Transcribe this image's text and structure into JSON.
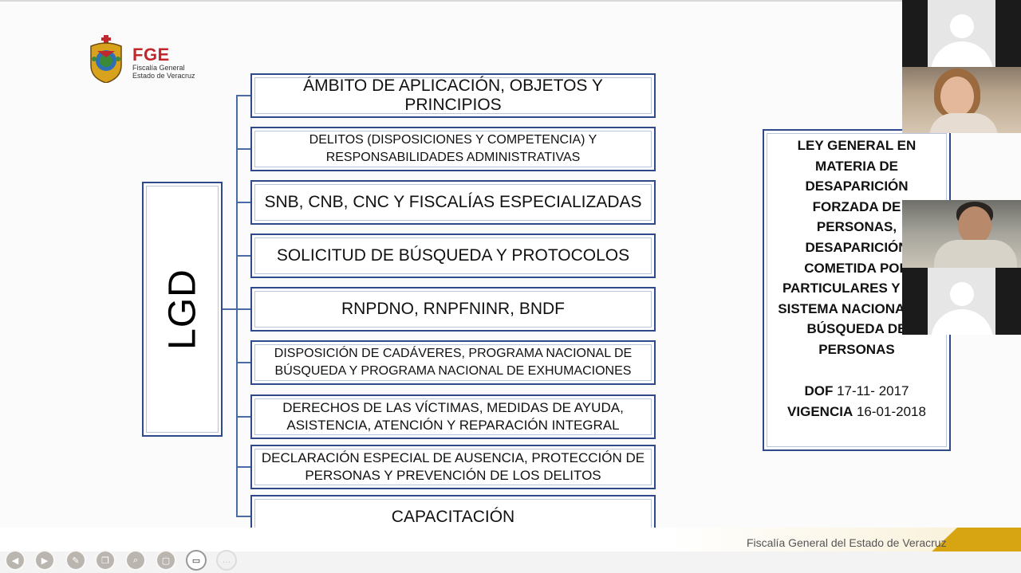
{
  "logo": {
    "acronym": "FGE",
    "subtitle_line1": "Fiscalía General",
    "subtitle_line2": "Estado de Veracruz"
  },
  "diagram": {
    "root_label": "LGD",
    "topics": [
      "ÁMBITO DE APLICACIÓN, OBJETOS Y PRINCIPIOS",
      "DELITOS (DISPOSICIONES Y COMPETENCIA) Y RESPONSABILIDADES ADMINISTRATIVAS",
      "SNB, CNB, CNC Y FISCALÍAS ESPECIALIZADAS",
      "SOLICITUD DE BÚSQUEDA Y PROTOCOLOS",
      "RNPDNO, RNPFNINR, BNDF",
      "DISPOSICIÓN DE CADÁVERES, PROGRAMA NACIONAL DE BÚSQUEDA Y PROGRAMA NACIONAL DE EXHUMACIONES",
      "DERECHOS DE LAS VÍCTIMAS, MEDIDAS DE AYUDA, ASISTENCIA, ATENCIÓN Y REPARACIÓN INTEGRAL",
      "DECLARACIÓN ESPECIAL DE AUSENCIA, PROTECCIÓN DE PERSONAS Y PREVENCIÓN DE LOS DELITOS",
      "CAPACITACIÓN"
    ]
  },
  "info_box": {
    "title_lines": [
      "LEY GENERAL EN",
      "MATERIA DE",
      "DESAPARICIÓN",
      "FORZADA DE",
      "PERSONAS,",
      "DESAPARICIÓN",
      "COMETIDA POR",
      "PARTICULARES Y DEL",
      "SISTEMA NACIONAL DE",
      "BÚSQUEDA DE",
      "PERSONAS"
    ],
    "dof_label": "DOF",
    "dof_date": "17-11- 2017",
    "vigencia_label": "VIGENCIA",
    "vigencia_date": "16-01-2018"
  },
  "footer": {
    "text": "Fiscalía General del Estado de Veracruz"
  },
  "controls": [
    {
      "name": "previous",
      "glyph": "◀"
    },
    {
      "name": "play",
      "glyph": "▶"
    },
    {
      "name": "pen",
      "glyph": "✎"
    },
    {
      "name": "pages",
      "glyph": "❐"
    },
    {
      "name": "zoom",
      "glyph": "⌕"
    },
    {
      "name": "blank",
      "glyph": "▢"
    },
    {
      "name": "camera",
      "glyph": "▭"
    },
    {
      "name": "more",
      "glyph": "…"
    }
  ],
  "colors": {
    "box_border": "#2e4a8a",
    "footer_gold": "#d6a511",
    "logo_red": "#c0282d"
  }
}
